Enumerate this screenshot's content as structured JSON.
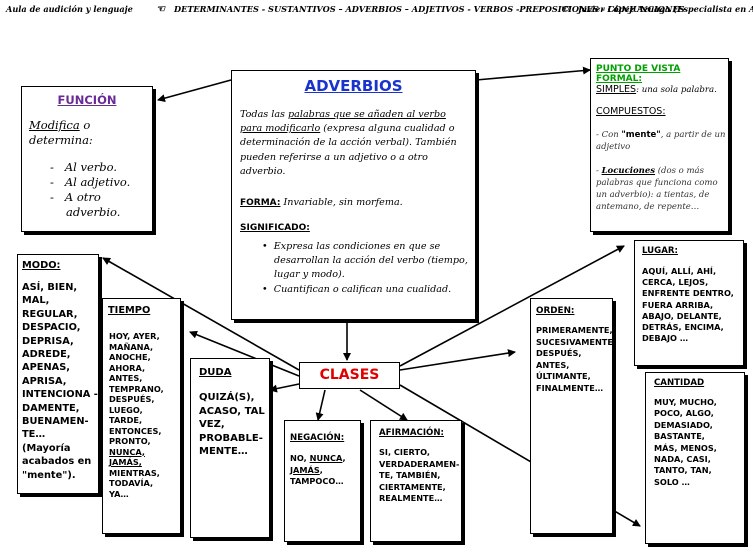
{
  "header": {
    "left": "Aula de audición y lenguaje",
    "topics": "DETERMINANTES - SUSTANTIVOS – ADVERBIOS – ADJETIVOS - VERBOS -PREPOSICIONES - CONJUNCIONES",
    "author": "Javier López Azuaga (Especialista en A.L.)"
  },
  "center": {
    "title": "ADVERBIOS",
    "def_underlined": "palabras que se añaden al verbo para modificarlo",
    "def_prefix": "Todas las ",
    "def_rest": " (expresa alguna cualidad o determinación de la acción verbal). También pueden referirse a un adjetivo o a otro adverbio.",
    "forma_label": "FORMA:",
    "forma_text": " Invariable, sin morfema.",
    "significado_label": "SIGNIFICADO:",
    "significado_items": [
      "Expresa las condiciones en que se desarrollan la acción del verbo (tiempo, lugar y modo).",
      "Cuantifican o califican una cualidad."
    ]
  },
  "funcion": {
    "title": "FUNCIÓN",
    "intro_underlined": "Modifica",
    "intro_rest": " o determina:",
    "items": [
      "Al verbo.",
      "Al adjetivo.",
      "A otro adverbio."
    ]
  },
  "punto": {
    "title": "PUNTO DE VISTA FORMAL:",
    "simples_label": "SIMPLES",
    "simples_text": ": una sola palabra.",
    "compuestos_label": "COMPUESTOS:",
    "item1_prefix": "- Con ",
    "item1_bold": "\"mente\"",
    "item1_rest": ", a partir de un adjetivo",
    "item2_prefix": "- ",
    "item2_label": "Locuciones",
    "item2_rest": " (dos o más palabras que funciona como un adverbio): a tientas, de antemano, de repente…"
  },
  "clases": {
    "label": "CLASES"
  },
  "modo": {
    "title": "MODO:",
    "text": "ASÍ, BIEN, MAL, REGULAR, DESPACIO, DEPRISA, ADREDE, APENAS, APRISA, INTENCIONA - DAMENTE, BUENAMEN-TE…",
    "note": "(Mayoría acabados en \"mente\")."
  },
  "tiempo": {
    "title": "TIEMPO",
    "words": [
      "HOY, AYER,",
      "MAÑANA,",
      "ANOCHE,",
      "AHORA,",
      "ANTES,",
      "TEMPRANO,",
      "DESPUÉS,",
      "LUEGO,",
      "TARDE,",
      "ENTONCES,",
      "PRONTO,",
      "NUNCA,",
      "JAMÁS,",
      "MIENTRAS,",
      "TODAVÍA,",
      "YA…"
    ]
  },
  "duda": {
    "title": "DUDA",
    "text": "QUIZÁ(S), ACASO, TAL VEZ, PROBABLE-MENTE…"
  },
  "negacion": {
    "title": "NEGACIÓN:",
    "line1a": "NO, ",
    "line1b": "NUNCA",
    "line1c": ",",
    "line2": "JAMÁS",
    "line2b": ",",
    "line3": "TAMPOCO…"
  },
  "afirmacion": {
    "title": "AFIRMACIÓN:",
    "text": "SI, CIERTO, VERDADERAMEN-TE, TAMBIÉN, CIERTAMENTE, REALMENTE…"
  },
  "orden": {
    "title": "ORDEN:",
    "text": "PRIMERAMENTE, SUCESIVAMENTE, DESPUÉS, ANTES, ÚLTIMANTE, FINALMENTE…"
  },
  "lugar": {
    "title": "LUGAR:",
    "text": "AQUÍ, ALLÍ, AHÍ, CERCA, LEJOS, ENFRENTE DENTRO, FUERA ARRIBA, ABAJO, DELANTE, DETRÁS, ENCIMA, DEBAJO …"
  },
  "cantidad": {
    "title": "CANTIDAD",
    "text": "MUY, MUCHO, POCO, ALGO, DEMASIADO, BASTANTE, MÁS, MENOS, NADA, CASI, TANTO, TAN, SOLO …"
  },
  "colors": {
    "clases_text": "#e00000",
    "title_blue": "#1a33cc",
    "funcion_purple": "#6a2a96",
    "punto_green": "#00a000"
  }
}
